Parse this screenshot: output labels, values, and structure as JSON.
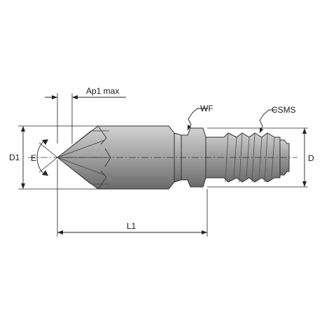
{
  "diagram": {
    "labels": {
      "ap1_max": "Ap1 max",
      "wf": "WF",
      "csms": "CSMS",
      "d1": "D1",
      "e": "E",
      "d": "D",
      "l1": "L1"
    },
    "colors": {
      "background": "#ffffff",
      "tool_body": "#a9a9a9",
      "tool_highlight": "#cfcfcf",
      "tool_shadow": "#6b6b6b",
      "lines": "#222222"
    }
  }
}
